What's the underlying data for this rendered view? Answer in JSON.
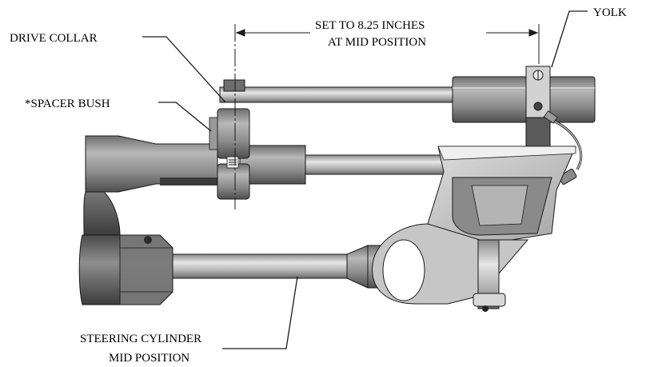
{
  "labels": {
    "drive_collar": "DRIVE COLLAR",
    "spacer_bush": "*SPACER BUSH",
    "dimension_line1": "SET TO 8.25 INCHES",
    "dimension_line2": "AT MID POSITION",
    "yolk": "YOLK",
    "cylinder_line1": "STEERING CYLINDER",
    "cylinder_line2": "MID POSITION"
  },
  "colors": {
    "metal_light": "#d4d4d4",
    "metal_mid": "#a8a8a8",
    "metal_dark": "#6e6e6e",
    "outline": "#1a1a1a"
  }
}
